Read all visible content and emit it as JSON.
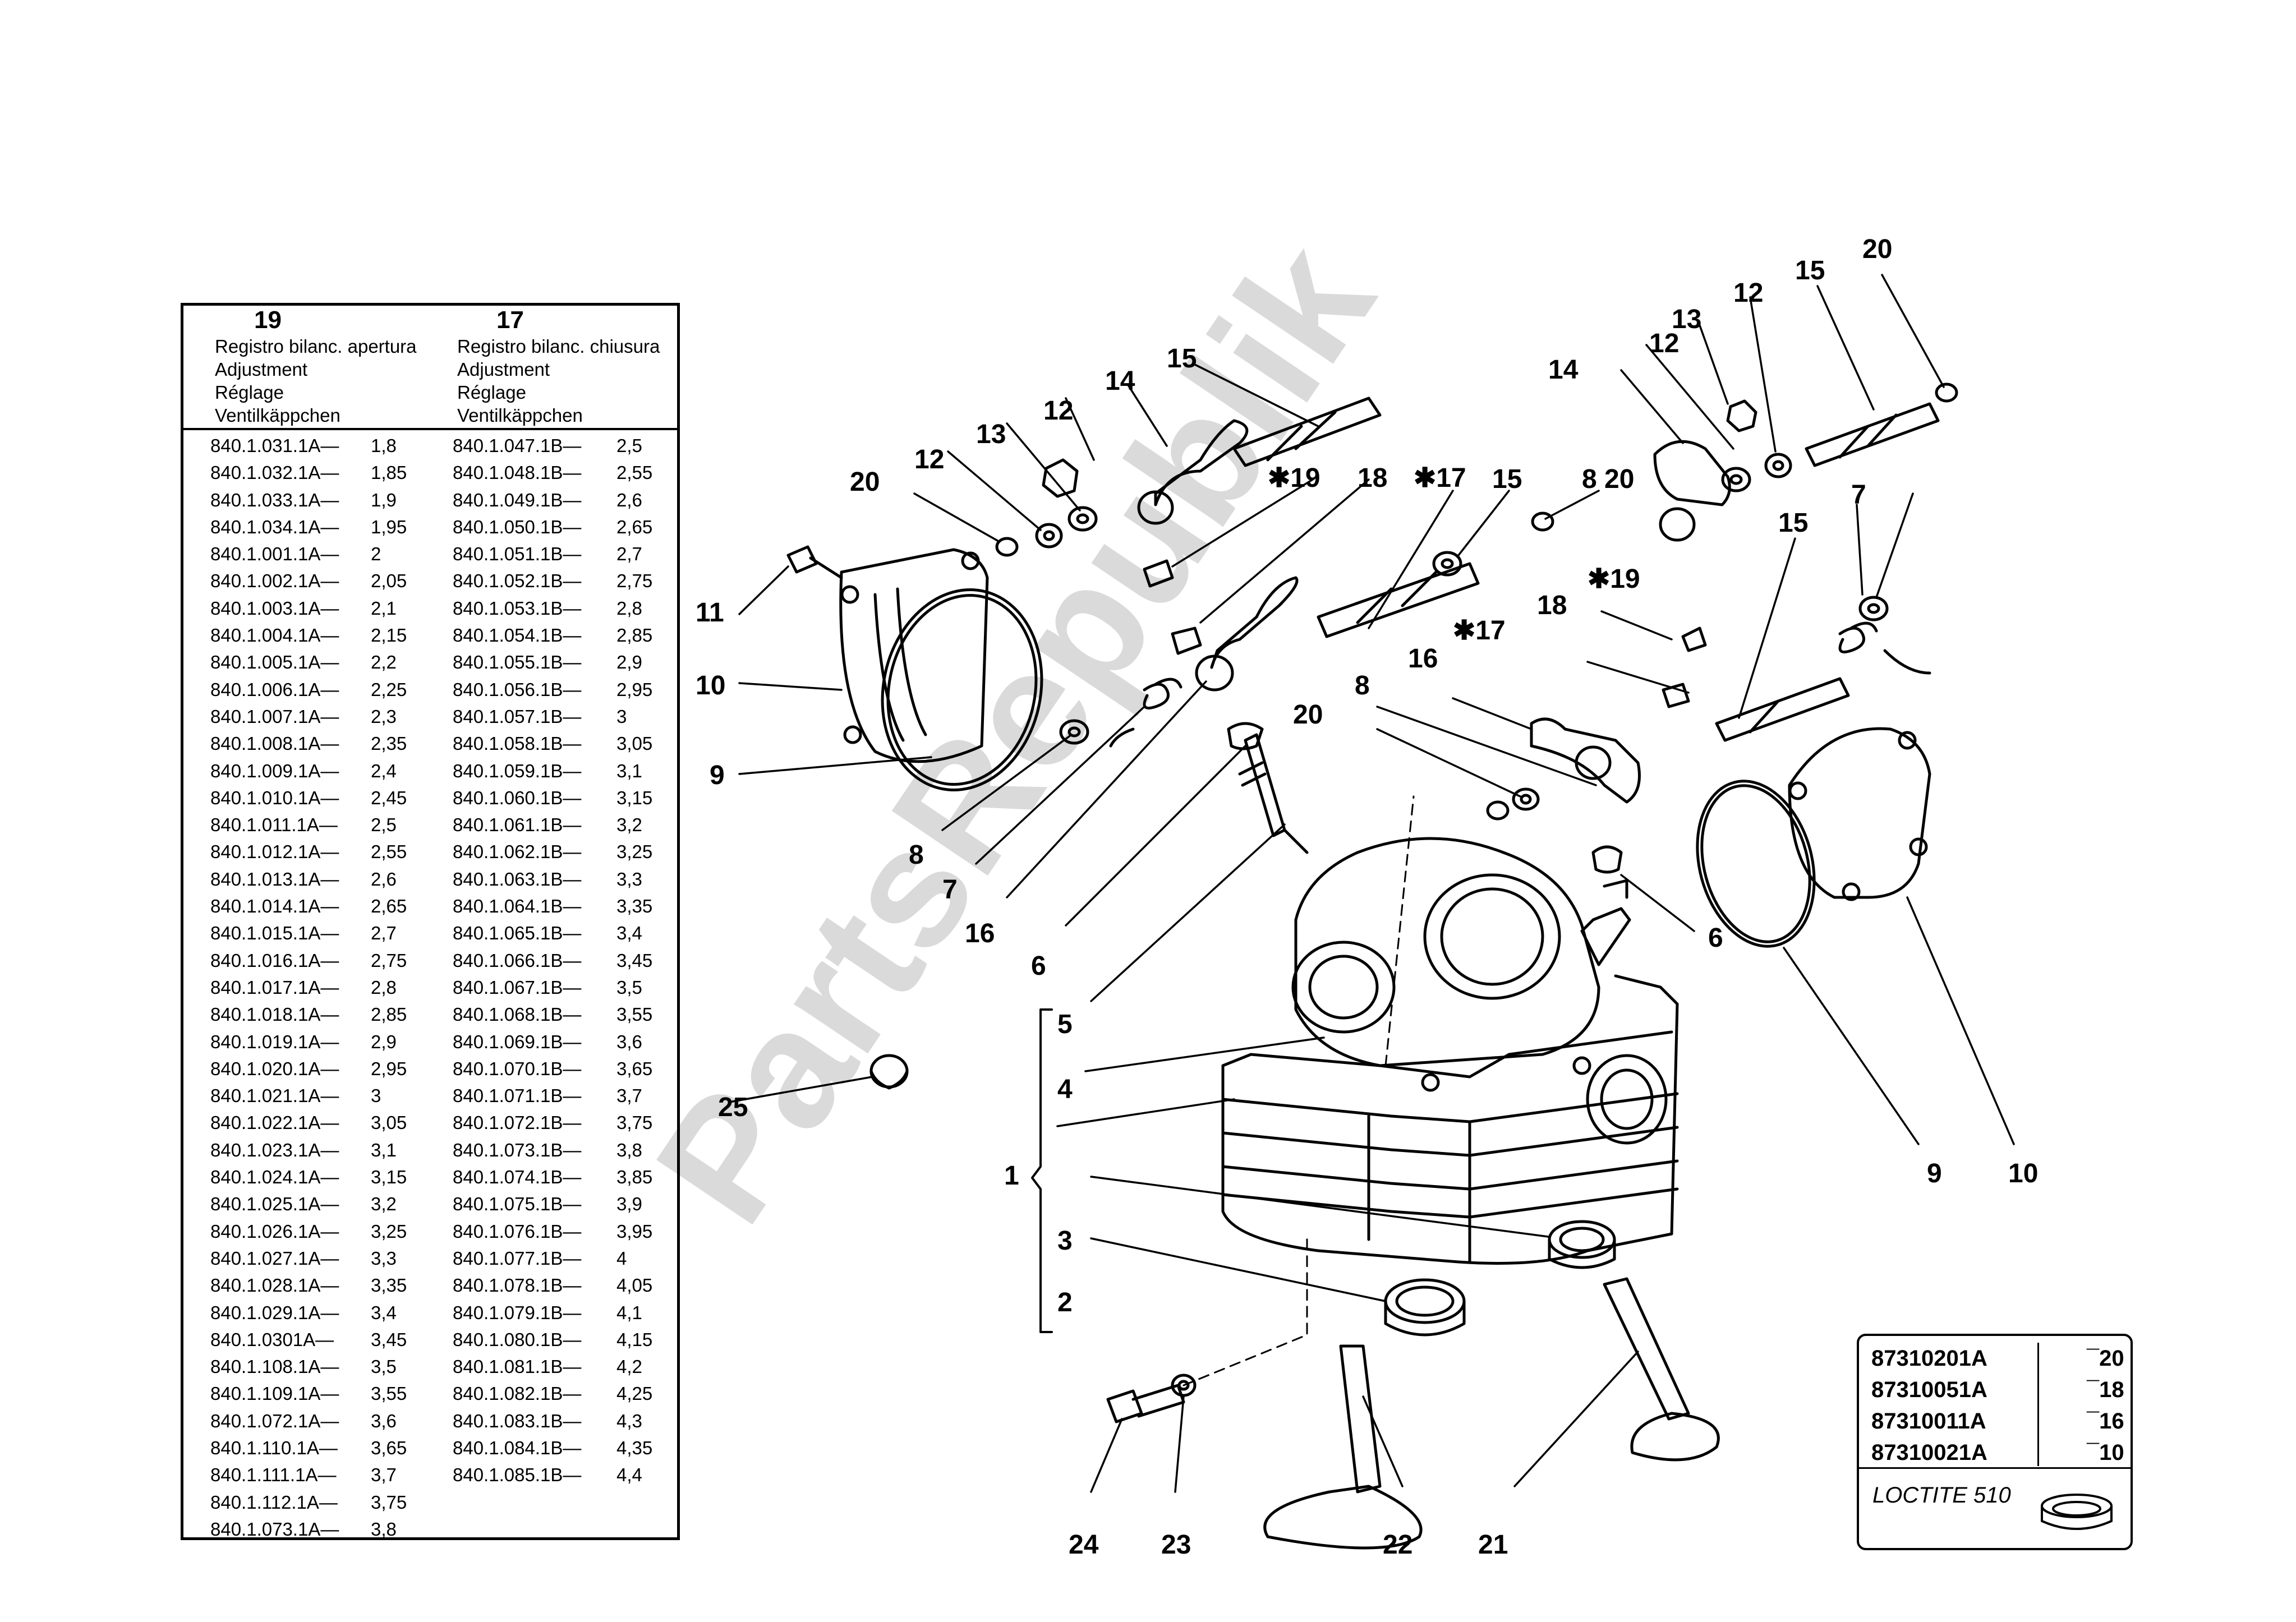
{
  "adjustment_table": {
    "left_header": {
      "number": "19",
      "lines": [
        "Registro bilanc. apertura",
        "Adjustment",
        "Réglage",
        "Ventilkäppchen"
      ]
    },
    "right_header": {
      "number": "17",
      "lines": [
        "Registro bilanc. chiusura",
        "Adjustment",
        "Réglage",
        "Ventilkäppchen"
      ]
    },
    "left_rows": [
      {
        "code": "840.1.031.1A—",
        "value": "1,8"
      },
      {
        "code": "840.1.032.1A—",
        "value": "1,85"
      },
      {
        "code": "840.1.033.1A—",
        "value": "1,9"
      },
      {
        "code": "840.1.034.1A—",
        "value": "1,95"
      },
      {
        "code": "840.1.001.1A—",
        "value": "2"
      },
      {
        "code": "840.1.002.1A—",
        "value": "2,05"
      },
      {
        "code": "840.1.003.1A—",
        "value": "2,1"
      },
      {
        "code": "840.1.004.1A—",
        "value": "2,15"
      },
      {
        "code": "840.1.005.1A—",
        "value": "2,2"
      },
      {
        "code": "840.1.006.1A—",
        "value": "2,25"
      },
      {
        "code": "840.1.007.1A—",
        "value": "2,3"
      },
      {
        "code": "840.1.008.1A—",
        "value": "2,35"
      },
      {
        "code": "840.1.009.1A—",
        "value": "2,4"
      },
      {
        "code": "840.1.010.1A—",
        "value": "2,45"
      },
      {
        "code": "840.1.011.1A—",
        "value": "2,5"
      },
      {
        "code": "840.1.012.1A—",
        "value": "2,55"
      },
      {
        "code": "840.1.013.1A—",
        "value": "2,6"
      },
      {
        "code": "840.1.014.1A—",
        "value": "2,65"
      },
      {
        "code": "840.1.015.1A—",
        "value": "2,7"
      },
      {
        "code": "840.1.016.1A—",
        "value": "2,75"
      },
      {
        "code": "840.1.017.1A—",
        "value": "2,8"
      },
      {
        "code": "840.1.018.1A—",
        "value": "2,85"
      },
      {
        "code": "840.1.019.1A—",
        "value": "2,9"
      },
      {
        "code": "840.1.020.1A—",
        "value": "2,95"
      },
      {
        "code": "840.1.021.1A—",
        "value": "3"
      },
      {
        "code": "840.1.022.1A—",
        "value": "3,05"
      },
      {
        "code": "840.1.023.1A—",
        "value": "3,1"
      },
      {
        "code": "840.1.024.1A—",
        "value": "3,15"
      },
      {
        "code": "840.1.025.1A—",
        "value": "3,2"
      },
      {
        "code": "840.1.026.1A—",
        "value": "3,25"
      },
      {
        "code": "840.1.027.1A—",
        "value": "3,3"
      },
      {
        "code": "840.1.028.1A—",
        "value": "3,35"
      },
      {
        "code": "840.1.029.1A—",
        "value": "3,4"
      },
      {
        "code": "840.1.0301A—",
        "value": "3,45"
      },
      {
        "code": "840.1.108.1A—",
        "value": "3,5"
      },
      {
        "code": "840.1.109.1A—",
        "value": "3,55"
      },
      {
        "code": "840.1.072.1A—",
        "value": "3,6"
      },
      {
        "code": "840.1.110.1A—",
        "value": "3,65"
      },
      {
        "code": "840.1.111.1A—",
        "value": "3,7"
      },
      {
        "code": "840.1.112.1A—",
        "value": "3,75"
      },
      {
        "code": "840.1.073.1A—",
        "value": "3,8"
      }
    ],
    "right_rows": [
      {
        "code": "840.1.047.1B—",
        "value": "2,5"
      },
      {
        "code": "840.1.048.1B—",
        "value": "2,55"
      },
      {
        "code": "840.1.049.1B—",
        "value": "2,6"
      },
      {
        "code": "840.1.050.1B—",
        "value": "2,65"
      },
      {
        "code": "840.1.051.1B—",
        "value": "2,7"
      },
      {
        "code": "840.1.052.1B—",
        "value": "2,75"
      },
      {
        "code": "840.1.053.1B—",
        "value": "2,8"
      },
      {
        "code": "840.1.054.1B—",
        "value": "2,85"
      },
      {
        "code": "840.1.055.1B—",
        "value": "2,9"
      },
      {
        "code": "840.1.056.1B—",
        "value": "2,95"
      },
      {
        "code": "840.1.057.1B—",
        "value": "3"
      },
      {
        "code": "840.1.058.1B—",
        "value": "3,05"
      },
      {
        "code": "840.1.059.1B—",
        "value": "3,1"
      },
      {
        "code": "840.1.060.1B—",
        "value": "3,15"
      },
      {
        "code": "840.1.061.1B—",
        "value": "3,2"
      },
      {
        "code": "840.1.062.1B—",
        "value": "3,25"
      },
      {
        "code": "840.1.063.1B—",
        "value": "3,3"
      },
      {
        "code": "840.1.064.1B—",
        "value": "3,35"
      },
      {
        "code": "840.1.065.1B—",
        "value": "3,4"
      },
      {
        "code": "840.1.066.1B—",
        "value": "3,45"
      },
      {
        "code": "840.1.067.1B—",
        "value": "3,5"
      },
      {
        "code": "840.1.068.1B—",
        "value": "3,55"
      },
      {
        "code": "840.1.069.1B—",
        "value": "3,6"
      },
      {
        "code": "840.1.070.1B—",
        "value": "3,65"
      },
      {
        "code": "840.1.071.1B—",
        "value": "3,7"
      },
      {
        "code": "840.1.072.1B—",
        "value": "3,75"
      },
      {
        "code": "840.1.073.1B—",
        "value": "3,8"
      },
      {
        "code": "840.1.074.1B—",
        "value": "3,85"
      },
      {
        "code": "840.1.075.1B—",
        "value": "3,9"
      },
      {
        "code": "840.1.076.1B—",
        "value": "3,95"
      },
      {
        "code": "840.1.077.1B—",
        "value": "4"
      },
      {
        "code": "840.1.078.1B—",
        "value": "4,05"
      },
      {
        "code": "840.1.079.1B—",
        "value": "4,1"
      },
      {
        "code": "840.1.080.1B—",
        "value": "4,15"
      },
      {
        "code": "840.1.081.1B—",
        "value": "4,2"
      },
      {
        "code": "840.1.082.1B—",
        "value": "4,25"
      },
      {
        "code": "840.1.083.1B—",
        "value": "4,3"
      },
      {
        "code": "840.1.084.1B—",
        "value": "4,35"
      },
      {
        "code": "840.1.085.1B—",
        "value": "4,4"
      }
    ]
  },
  "part_numbers": [
    {
      "pn": "87310201A",
      "size": "¯20"
    },
    {
      "pn": "87310051A",
      "size": "¯18"
    },
    {
      "pn": "87310011A",
      "size": "¯16"
    },
    {
      "pn": "87310021A",
      "size": "¯10"
    }
  ],
  "loctite_label": "LOCTITE 510",
  "watermark": "PartsRepublik",
  "callouts": {
    "c1": "1",
    "c2": "2",
    "c3": "3",
    "c4": "4",
    "c5": "5",
    "c6a": "6",
    "c6b": "6",
    "c7a": "7",
    "c7b": "7",
    "c8a": "8",
    "c8b": "8",
    "c8c": "8",
    "c9a": "9",
    "c9b": "9",
    "c10a": "10",
    "c10b": "10",
    "c11": "11",
    "c12a": "12",
    "c12b": "12",
    "c12c": "12",
    "c12d": "12",
    "c13a": "13",
    "c13b": "13",
    "c14a": "14",
    "c14b": "14",
    "c15a": "15",
    "c15b": "15",
    "c15c": "15",
    "c15d": "15",
    "c16a": "16",
    "c16b": "16",
    "c17a": "✱17",
    "c17b": "✱17",
    "c18a": "18",
    "c18b": "18",
    "c19a": "✱19",
    "c19b": "✱19",
    "c20a": "20",
    "c20b": "20",
    "c20c": "20",
    "c20d": "20",
    "c21": "21",
    "c22": "22",
    "c23": "23",
    "c24": "24",
    "c25": "25"
  }
}
